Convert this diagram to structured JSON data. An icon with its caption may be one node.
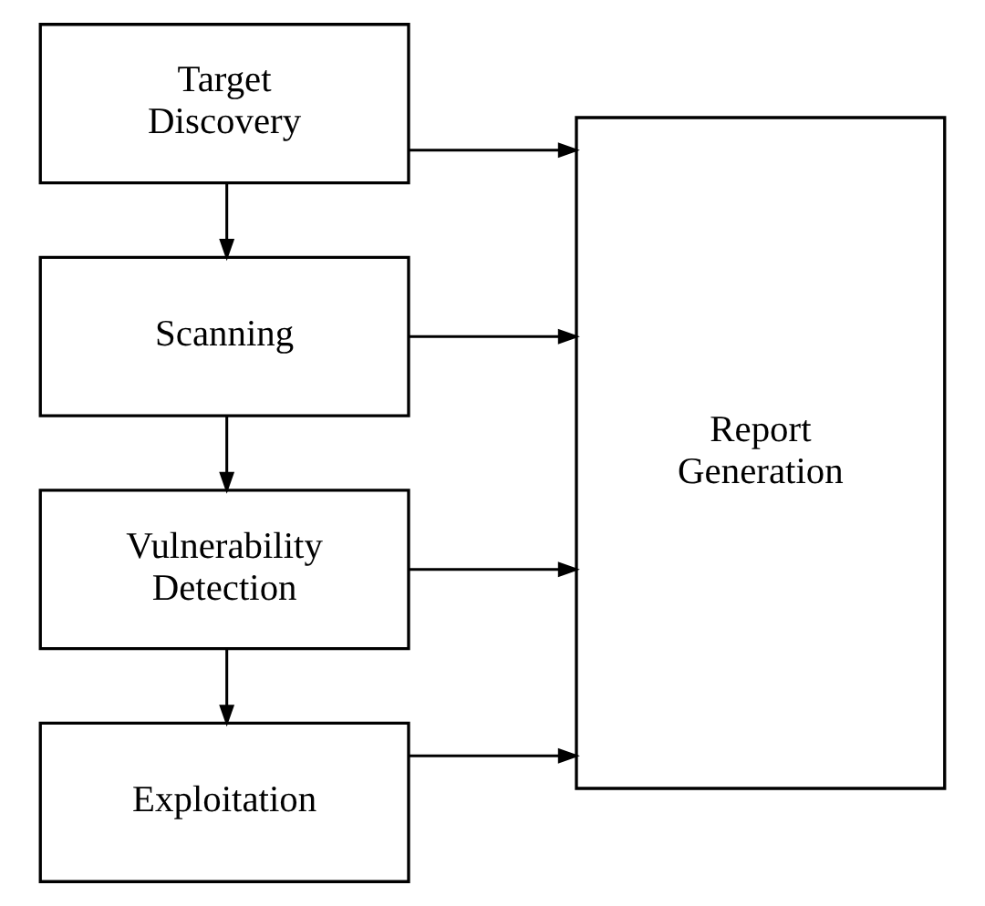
{
  "diagram": {
    "nodes": [
      {
        "text": [
          "Target Discovery"
        ]
      },
      {
        "text": [
          "Scanning"
        ]
      },
      {
        "text": [
          "Vulnerability Detection"
        ]
      },
      {
        "text": [
          "Exploitation"
        ]
      },
      {
        "text": [
          "Report Generation"
        ]
      }
    ],
    "edges": [
      {
        "from": 0,
        "to": 1,
        "arrow": "to"
      },
      {
        "from": 1,
        "to": 2,
        "arrow": "to"
      },
      {
        "from": 2,
        "to": 3,
        "arrow": "to"
      },
      {
        "from": 0,
        "to": 4,
        "arrow": "to"
      },
      {
        "from": 1,
        "to": 4,
        "arrow": "to"
      },
      {
        "from": 2,
        "to": 4,
        "arrow": "to"
      },
      {
        "from": 3,
        "to": 4,
        "arrow": "to"
      }
    ]
  }
}
